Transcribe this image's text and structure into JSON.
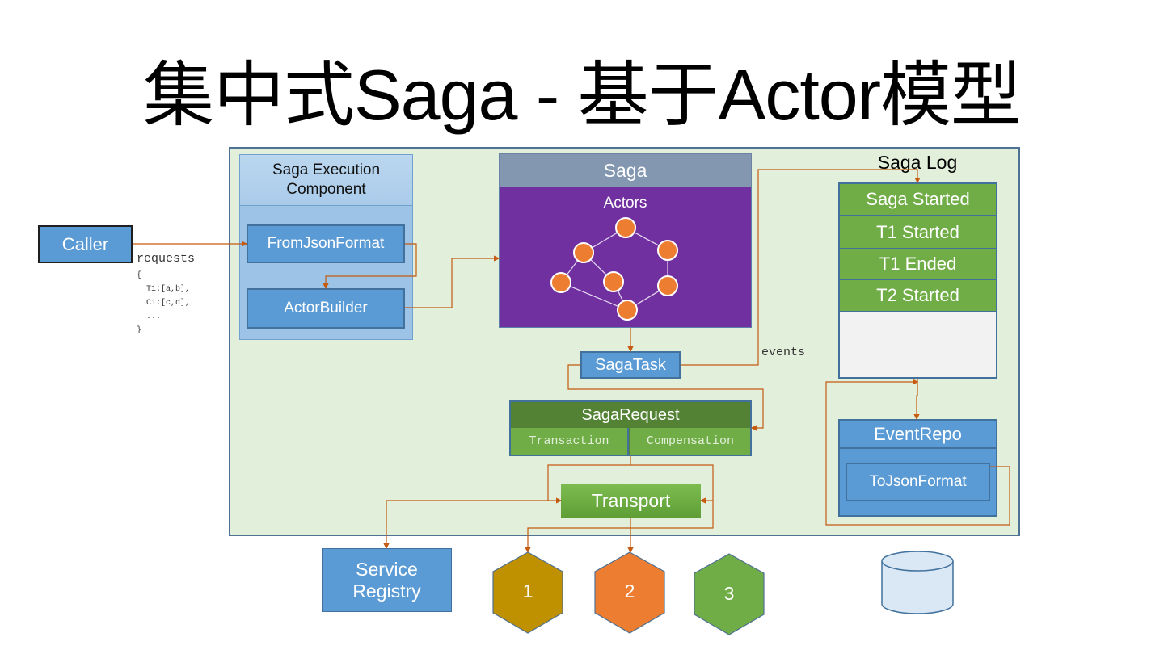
{
  "title": "集中式Saga - 基于Actor模型",
  "caller": {
    "label": "Caller"
  },
  "requests": {
    "label": "requests",
    "body": "{\n  T1:[a,b],\n  C1:[c,d],\n  ...\n}"
  },
  "saga_execution_component": {
    "title": "Saga Execution Component",
    "from_json_format": "FromJsonFormat",
    "actor_builder": "ActorBuilder"
  },
  "saga": {
    "title": "Saga",
    "actors_label": "Actors",
    "actor_graph": {
      "nodes": [
        "a1",
        "a2",
        "a3",
        "a4",
        "a5",
        "a6",
        "a7"
      ],
      "edges": [
        [
          "a1",
          "a2"
        ],
        [
          "a1",
          "a3"
        ],
        [
          "a2",
          "a4"
        ],
        [
          "a2",
          "a5"
        ],
        [
          "a3",
          "a6"
        ],
        [
          "a4",
          "a7"
        ],
        [
          "a5",
          "a7"
        ],
        [
          "a6",
          "a7"
        ]
      ]
    }
  },
  "saga_task": {
    "label": "SagaTask"
  },
  "events_label": "events",
  "saga_request": {
    "title": "SagaRequest",
    "transaction": "Transaction",
    "compensation": "Compensation"
  },
  "transport": {
    "label": "Transport"
  },
  "saga_log": {
    "title": "Saga Log",
    "entries": [
      "Saga Started",
      "T1 Started",
      "T1 Ended",
      "T2 Started"
    ]
  },
  "event_repo": {
    "title": "EventRepo",
    "to_json_format": "ToJsonFormat"
  },
  "service_registry": {
    "label": "Service\nRegistry"
  },
  "services": [
    {
      "label": "1",
      "color": "#bf9000"
    },
    {
      "label": "2",
      "color": "#ed7d31"
    },
    {
      "label": "3",
      "color": "#70ad47"
    }
  ],
  "database": {
    "icon": "database-cylinder-icon"
  },
  "colors": {
    "connector": "#c55a11",
    "panel_bg": "#e2efda",
    "blue": "#5b9bd5",
    "green": "#70ad47",
    "dark_green": "#548235",
    "purple": "#7030a0",
    "saga_header": "#8497b0"
  }
}
